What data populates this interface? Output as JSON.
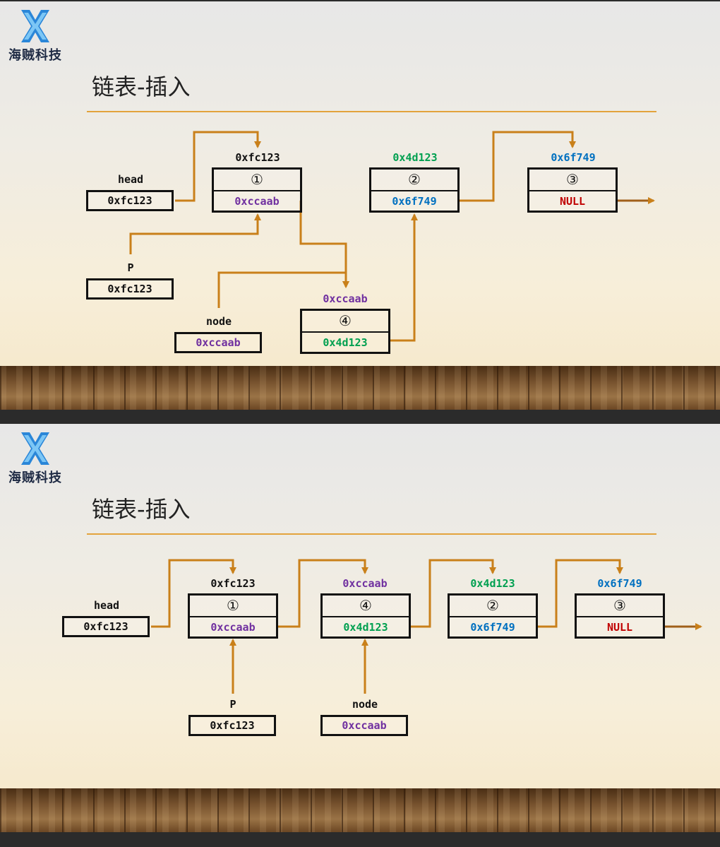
{
  "brand": {
    "name": "海贼科技"
  },
  "slides": [
    {
      "title": "链表-插入",
      "variables": {
        "head": {
          "label": "head",
          "value": "0xfc123"
        },
        "p": {
          "label": "P",
          "value": "0xfc123"
        },
        "node": {
          "label": "node",
          "value": "0xccaab"
        }
      },
      "nodes": [
        {
          "address": "0xfc123",
          "index": "①",
          "next": "0xccaab"
        },
        {
          "address": "0x4d123",
          "index": "②",
          "next": "0x6f749"
        },
        {
          "address": "0x6f749",
          "index": "③",
          "next": "NULL"
        },
        {
          "address": "0xccaab",
          "index": "④",
          "next": "0x4d123"
        }
      ]
    },
    {
      "title": "链表-插入",
      "variables": {
        "head": {
          "label": "head",
          "value": "0xfc123"
        },
        "p": {
          "label": "P",
          "value": "0xfc123"
        },
        "node": {
          "label": "node",
          "value": "0xccaab"
        }
      },
      "nodes": [
        {
          "address": "0xfc123",
          "index": "①",
          "next": "0xccaab"
        },
        {
          "address": "0xccaab",
          "index": "④",
          "next": "0x4d123"
        },
        {
          "address": "0x4d123",
          "index": "②",
          "next": "0x6f749"
        },
        {
          "address": "0x6f749",
          "index": "③",
          "next": "NULL"
        }
      ]
    }
  ],
  "colors": {
    "arrow": "#c9801a",
    "rule": "#e3a33c",
    "purple": "#7030a0",
    "green": "#00a050",
    "blue": "#0070c0",
    "red": "#c00000"
  }
}
